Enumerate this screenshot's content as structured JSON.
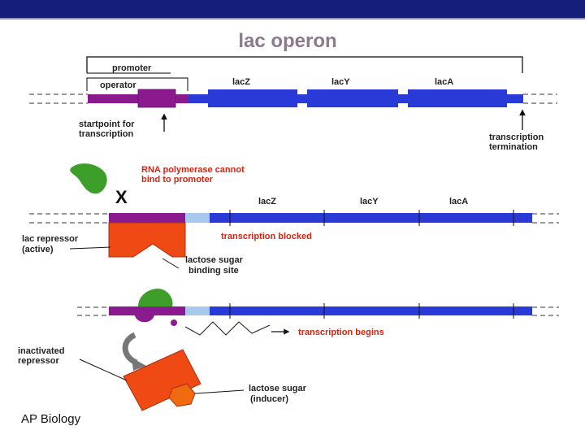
{
  "header": {
    "bar_color": "#151f7a"
  },
  "diagram": {
    "title": "lac operon",
    "colors": {
      "dna": "#2a3ad6",
      "promoter": "#8b1a8f",
      "operator_light": "#a9c8ee",
      "red_text": "#d9230f",
      "repressor": "#f04a14",
      "polymerase": "#3d9e2a",
      "inducer": "#f06a10",
      "title": "#8c7a8a"
    },
    "panel1": {
      "promoter_label": "promoter",
      "operator_label": "operator",
      "gene1": "lacZ",
      "gene2": "lacY",
      "gene3": "lacA",
      "startpoint_line1": "startpoint for",
      "startpoint_line2": "transcription",
      "termination_line1": "transcription",
      "termination_line2": "termination"
    },
    "panel2": {
      "polymerase_line1": "RNA polymerase cannot",
      "polymerase_line2": "bind to promoter",
      "blocked_mark": "X",
      "gene1": "lacZ",
      "gene2": "lacY",
      "gene3": "lacA",
      "repressor_line1": "lac repressor",
      "repressor_line2": "(active)",
      "blocked_label": "transcription blocked",
      "binding_line1": "lactose sugar",
      "binding_line2": "binding site"
    },
    "panel3": {
      "begins_label": "transcription begins",
      "inactivated_line1": "inactivated",
      "inactivated_line2": "repressor",
      "inducer_line1": "lactose sugar",
      "inducer_line2": "(inducer)"
    }
  },
  "footer": {
    "label": "AP Biology"
  }
}
